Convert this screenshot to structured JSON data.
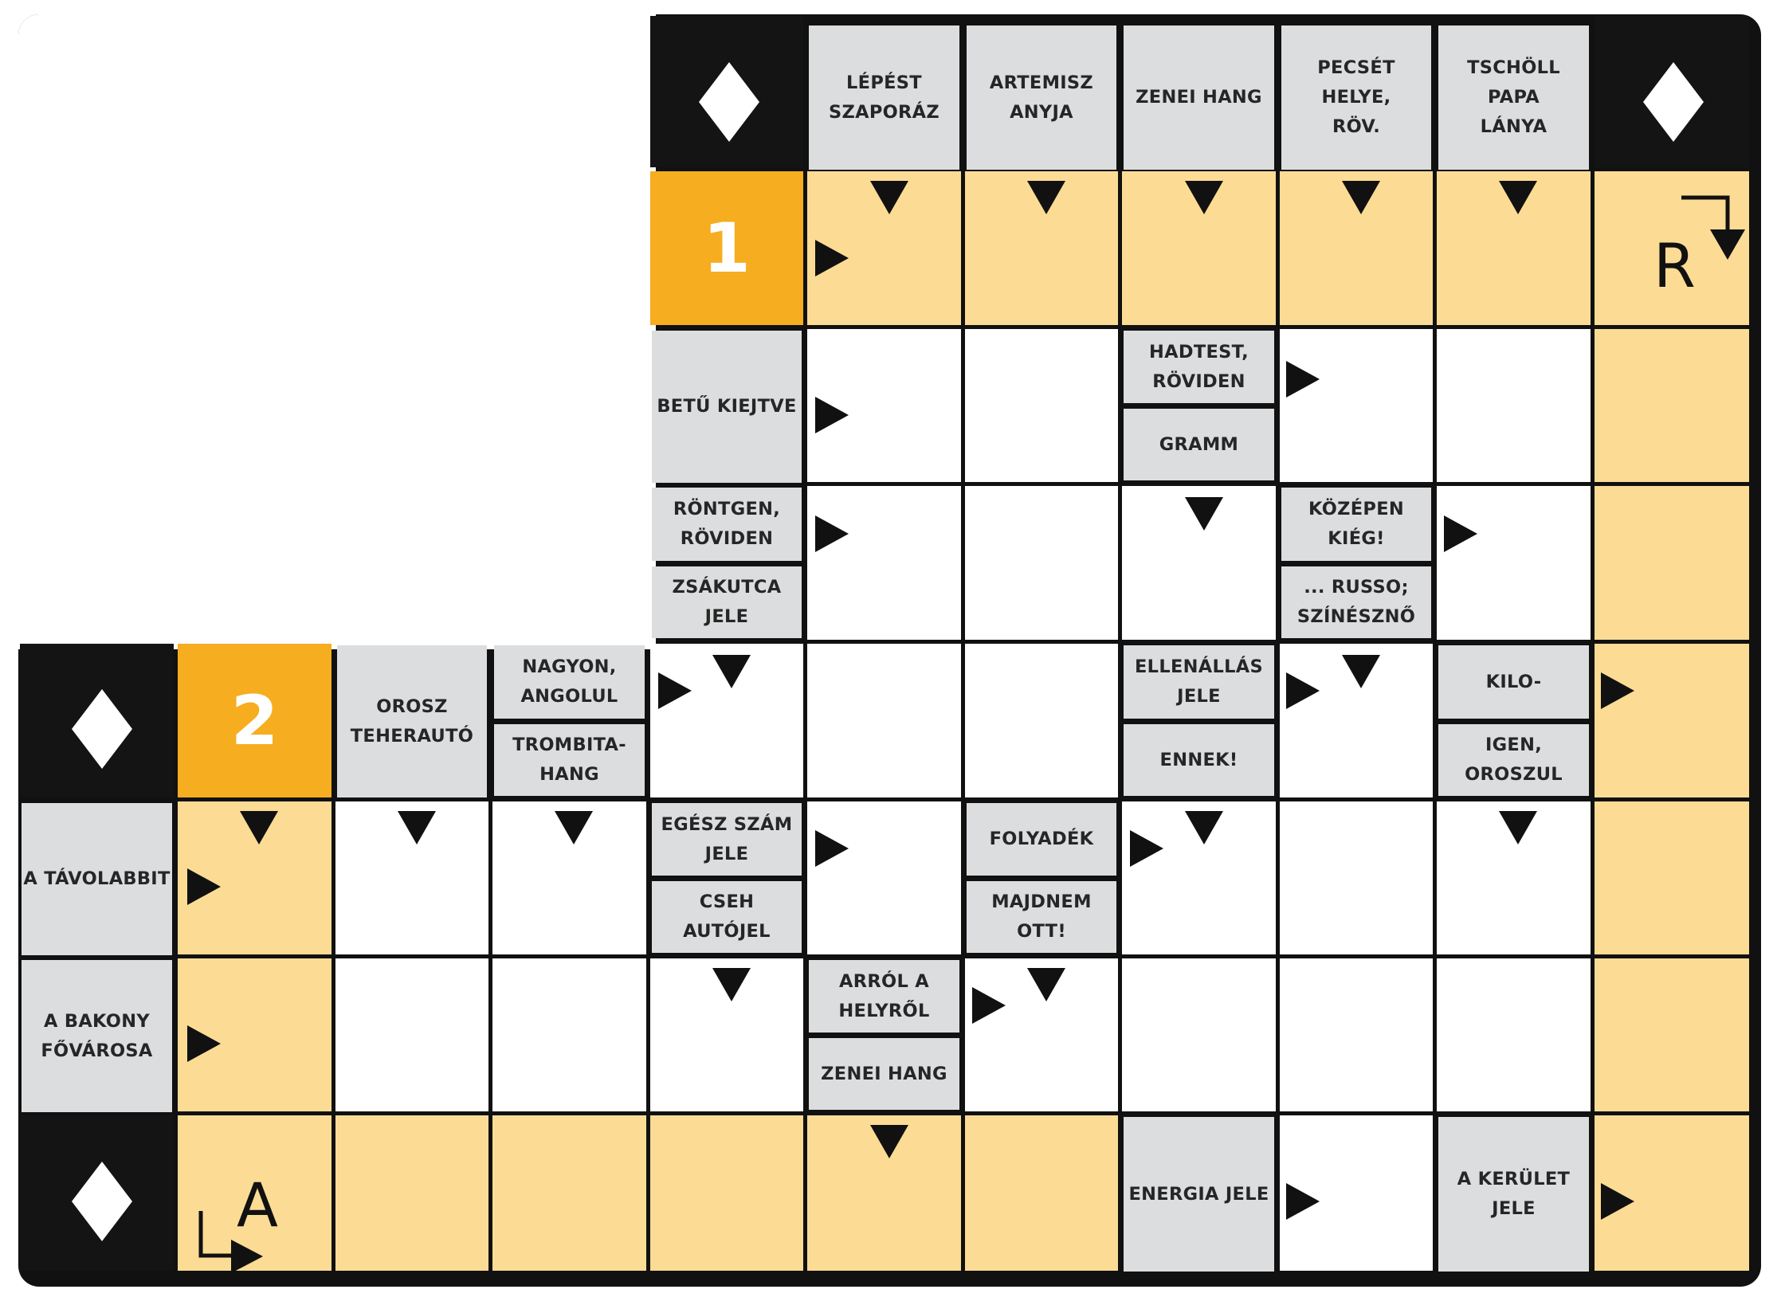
{
  "colors": {
    "frame": "#111111",
    "clue_box": "#dcdddf",
    "solution_row": "#fcdc94",
    "number_cell": "#f6ad1f",
    "empty_cell": "#ffffff",
    "arrow": "#111111"
  },
  "numbers": {
    "one": "1",
    "two": "2"
  },
  "corner_letters": {
    "top_right": "R",
    "bottom_left": "A"
  },
  "icons": {
    "diamond": "diamond-icon",
    "arrow": "triangle-arrow-icon",
    "corner_arrow": "bent-arrow-icon"
  },
  "clues": {
    "lepest_szaporaz": "LÉPÉST\nSZAPORÁZ",
    "artemisz_anyja": "ARTEMISZ\nANYJA",
    "zenei_hang_top": "ZENEI HANG",
    "pecset_helye": "PECSÉT HELYE,\nRÖV.",
    "tscholl_papa": "TSCHÖLL PAPA\nLÁNYA",
    "betu_kiejtve": "BETŰ KIEJTVE",
    "hadtest": "HADTEST,\nRÖVIDEN",
    "gramm": "GRAMM",
    "rontgen": "RÖNTGEN,\nRÖVIDEN",
    "zsakutca": "ZSÁKUTCA\nJELE",
    "kozepen_kieg": "KÖZÉPEN\nKIÉG!",
    "russo": "... RUSSO;\nSZÍNÉSZNŐ",
    "orosz_teherauto": "OROSZ\nTEHERAUTÓ",
    "nagyon_angolul": "NAGYON,\nANGOLUL",
    "trombita_hang": "TROMBITA-\nHANG",
    "ellenallas": "ELLENÁLLÁS\nJELE",
    "ennek": "ENNEK!",
    "kilo": "KILO-",
    "igen_oroszul": "IGEN,\nOROSZUL",
    "a_tavolabbit": "A TÁVOLABBIT",
    "egesz_szam": "EGÉSZ SZÁM\nJELE",
    "cseh_autojel": "CSEH AUTÓJEL",
    "folyadek": "FOLYADÉK",
    "majdnem_ott": "MAJDNEM OTT!",
    "a_bakony": "A BAKONY\nFŐVÁROSA",
    "arrol_a_helyrol": "ARRÓL A\nHELYRŐL",
    "zenei_hang_low": "ZENEI HANG",
    "energia_jele": "ENERGIA JELE",
    "a_kerulet": "A KERÜLET\nJELE"
  }
}
